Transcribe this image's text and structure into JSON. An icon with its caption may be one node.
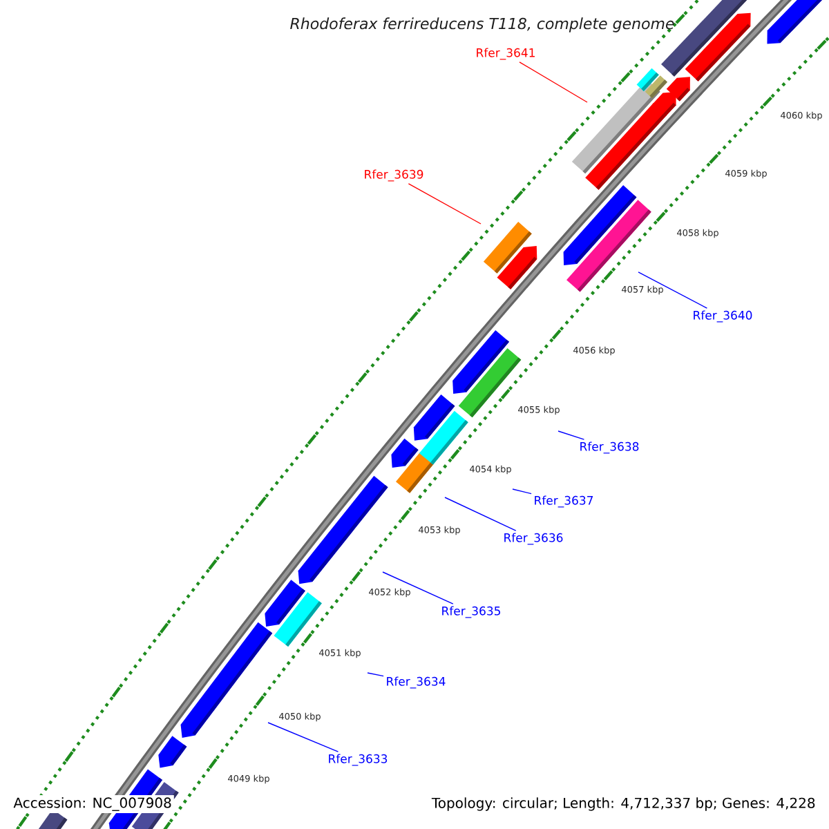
{
  "diagram": {
    "title": "Rhodoferax ferrireducens T118, complete genome",
    "nodes": [
      {
        "text": [
          "Rfer_3641"
        ]
      },
      {
        "text": [
          "Rfer_3639"
        ]
      },
      {
        "text": [
          "Rfer_3640"
        ]
      },
      {
        "text": [
          "Rfer_3638"
        ]
      },
      {
        "text": [
          "Rfer_3637"
        ]
      },
      {
        "text": [
          "Rfer_3636"
        ]
      },
      {
        "text": [
          "Rfer_3635"
        ]
      },
      {
        "text": [
          "Rfer_3634"
        ]
      },
      {
        "text": [
          "Rfer_3633"
        ]
      }
    ],
    "edges": [
      {
        "from": 0,
        "to": null,
        "arrow": "none",
        "color": "#ff0000"
      },
      {
        "from": 1,
        "to": null,
        "arrow": "none",
        "color": "#ff0000"
      },
      {
        "from": 2,
        "to": null,
        "arrow": "none"
      },
      {
        "from": 3,
        "to": null,
        "arrow": "none"
      },
      {
        "from": 4,
        "to": null,
        "arrow": "none"
      },
      {
        "from": 5,
        "to": null,
        "arrow": "none"
      },
      {
        "from": 6,
        "to": null,
        "arrow": "none"
      },
      {
        "from": 7,
        "to": null,
        "arrow": "none"
      },
      {
        "from": 8,
        "to": null,
        "arrow": "none"
      }
    ],
    "labels": [
      "4060 kbp",
      "4059 kbp",
      "4058 kbp",
      "4057 kbp",
      "4056 kbp",
      "4055 kbp",
      "4054 kbp",
      "4053 kbp",
      "4052 kbp",
      "4051 kbp",
      "4050 kbp",
      "4049 kbp",
      "Accession: NC_007908",
      "Topology: circular; Length: 4,712,337 bp; Genes: 4,228"
    ]
  }
}
